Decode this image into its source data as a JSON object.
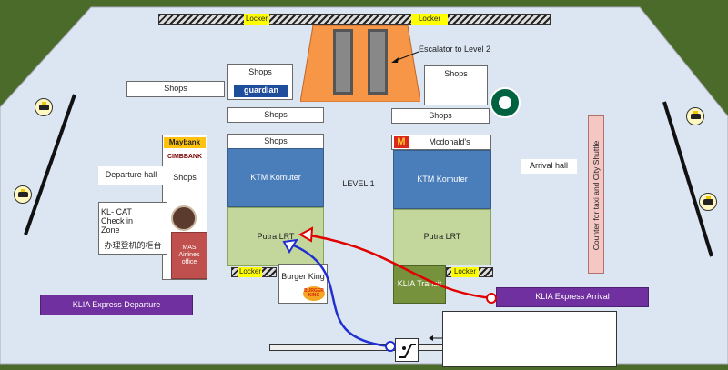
{
  "floor_label": "LEVEL 1",
  "escalator_label": "Escalator to Level 2",
  "lockers": [
    "Locker",
    "Locker",
    "Locker",
    "Locker"
  ],
  "shops": {
    "left_top": "Shops",
    "center_top": "Shops",
    "center_mid": "Shops",
    "center_low": "Shops",
    "right_top": "Shops",
    "right_mid": "Shops",
    "side_column": "Shops"
  },
  "brands": {
    "guardian": "guardian",
    "maybank": "Maybank",
    "cimb": "CIMBBANK",
    "mcdonalds": "Mcdonald's",
    "burger_king": "Burger King",
    "burger_king_logo": "BURGER KING"
  },
  "ktm_left": "KTM Komuter",
  "ktm_right": "KTM Komuter",
  "lrt_left": "Putra LRT",
  "lrt_right": "Putra LRT",
  "departure_hall": "Departure hall",
  "arrival_hall": "Arrival hall",
  "checkin": "KL- CAT Check in Zone",
  "checkin_cn": "办理登机的柜台",
  "mas": "MAS Airlines office",
  "klia_transit": "KLIA Transit",
  "klia_departure": "KLIA Express Departure",
  "klia_arrival": "KLIA Express Arrival",
  "counter_taxi": "Counter for taxi and City Shuttle",
  "colors": {
    "floor": "#dce6f2",
    "outside": "#4a6b2a",
    "ktm": "#4a7ebb",
    "lrt": "#c3d69b",
    "express": "#7030a0",
    "locker": "#ffff00",
    "escalator": "#f79646",
    "route_red": "#e00000",
    "route_blue": "#1f2fd0"
  }
}
